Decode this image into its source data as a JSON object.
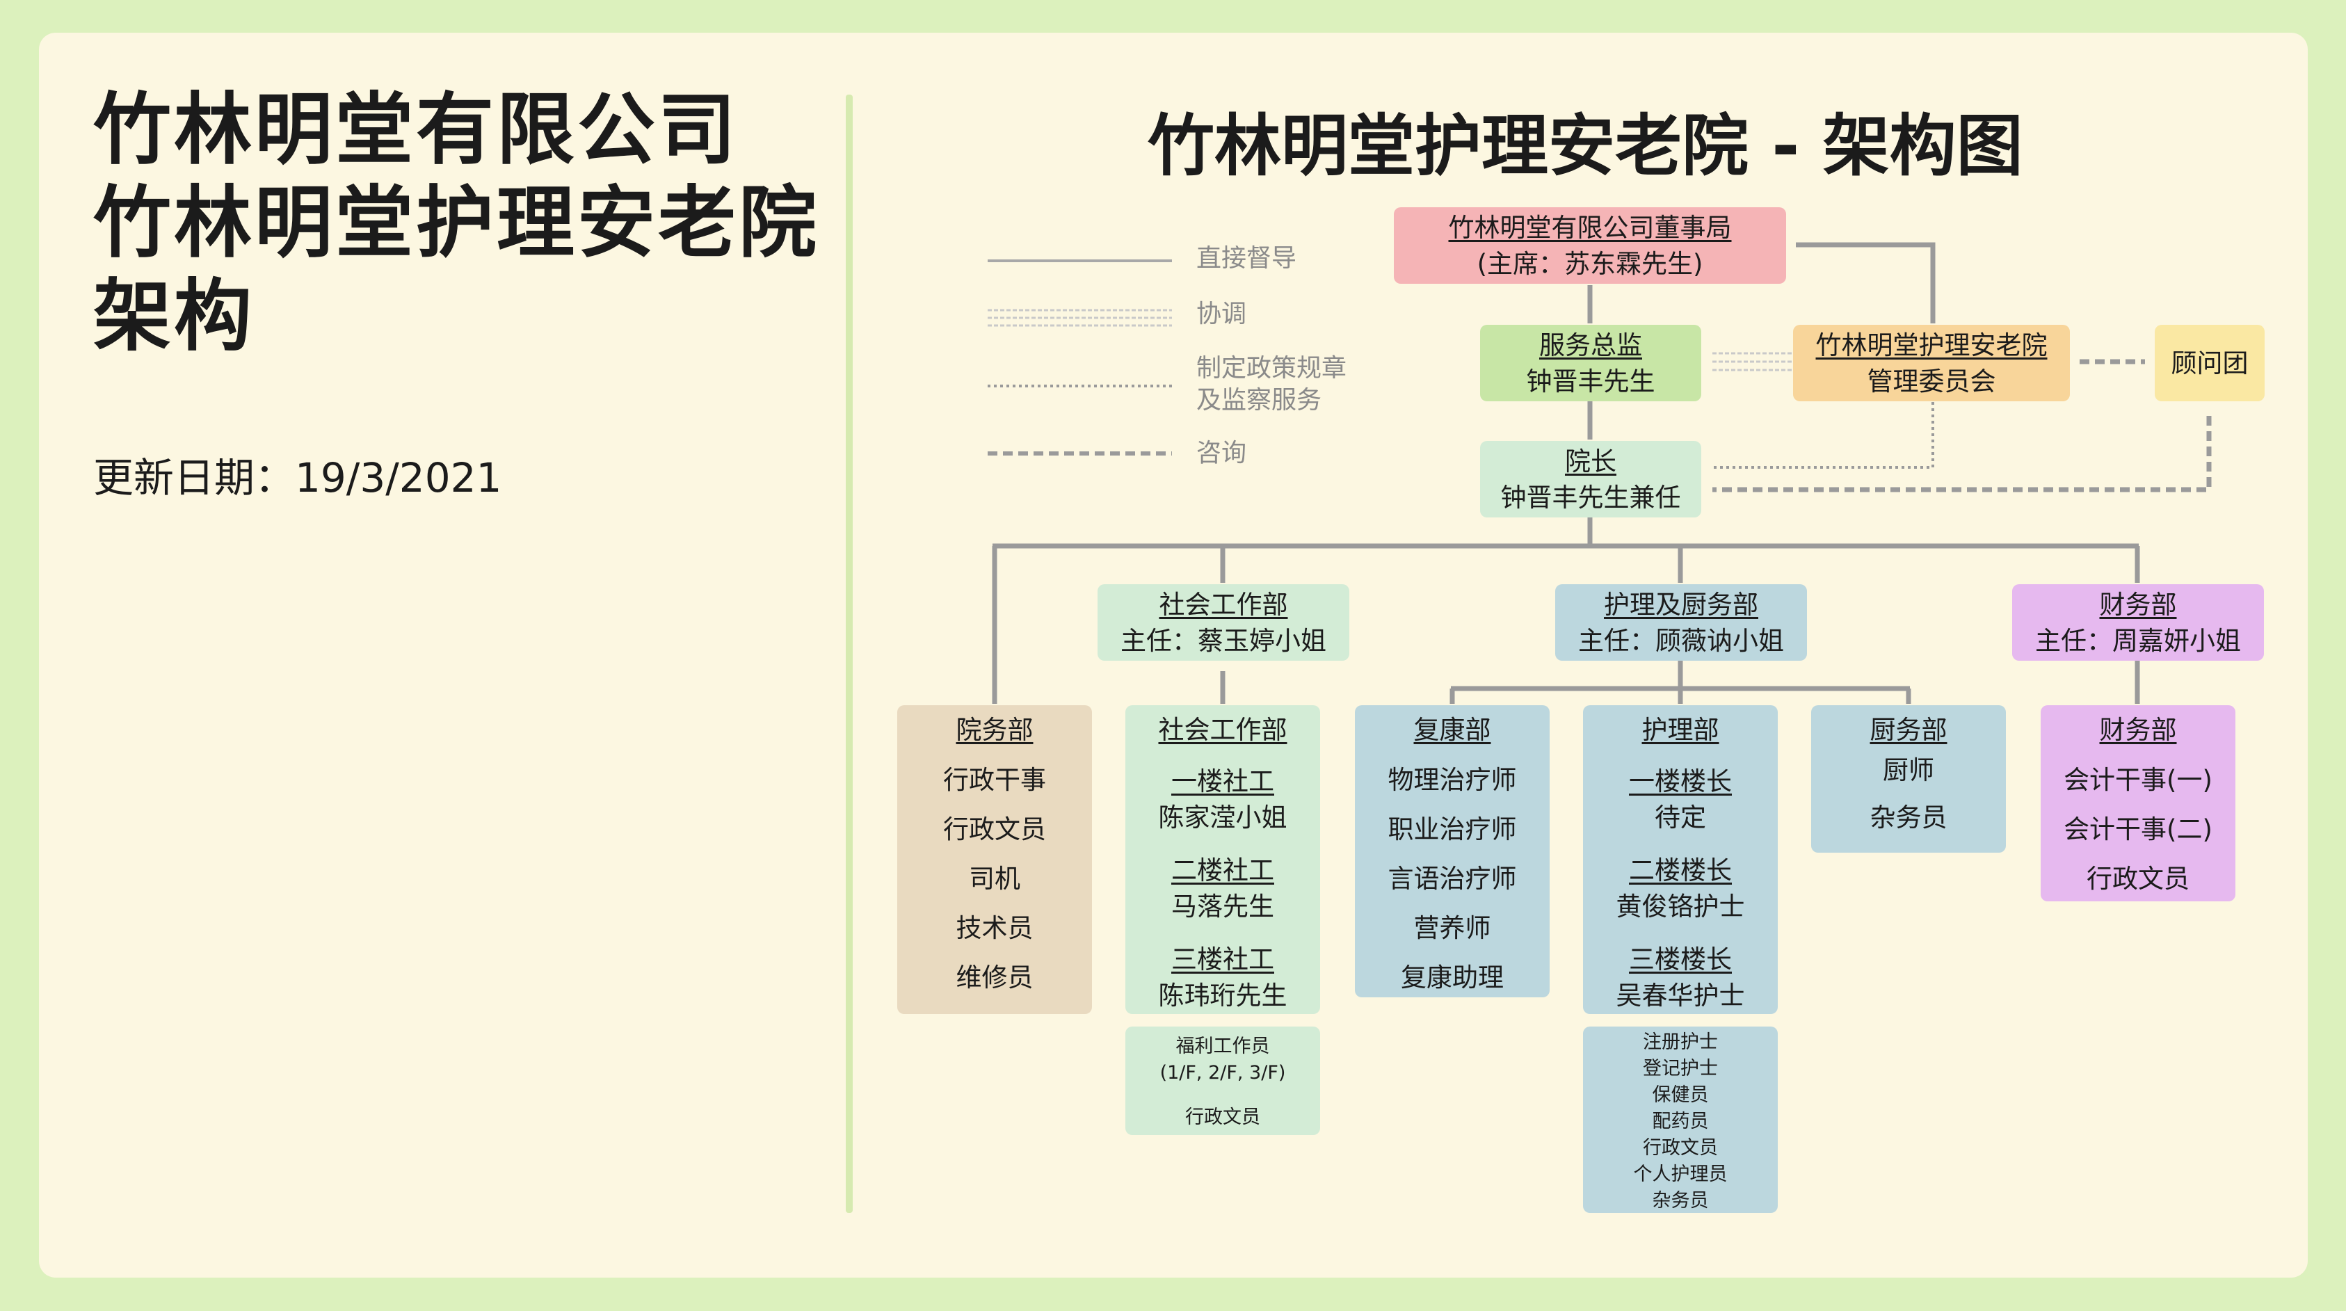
{
  "left_title": [
    "竹林明堂有限公司",
    "竹林明堂护理安老院",
    "架构"
  ],
  "update_date": "更新日期：19/3/2021",
  "chart_title": "竹林明堂护理安老院 - 架构图",
  "legend": [
    {
      "key": "direct",
      "label": [
        "直接督导"
      ]
    },
    {
      "key": "coord",
      "label": [
        "协调"
      ]
    },
    {
      "key": "policy",
      "label": [
        "制定政策规章",
        "及监察服务"
      ]
    },
    {
      "key": "consult",
      "label": [
        "咨询"
      ]
    }
  ],
  "colors": {
    "background": "#dcf1bd",
    "card": "#fcf7e1",
    "line": "#9a9a9a",
    "board": "#f5b4b6",
    "director": "#c8e6a6",
    "committee": "#f8d59a",
    "advisor": "#fae8a3",
    "social": "#d3ecd6",
    "nursing": "#bcd7de",
    "finance": "#e6b9ef",
    "admin": "#e9dac0"
  },
  "board": {
    "title": "竹林明堂有限公司董事局",
    "sub": "(主席：苏东霖先生)"
  },
  "service_director": {
    "title": "服务总监",
    "sub": "钟晋丰先生"
  },
  "committee": {
    "title": "竹林明堂护理安老院",
    "sub": "管理委员会"
  },
  "advisors": {
    "title": "顾问团"
  },
  "superintendent": {
    "title": "院长",
    "sub": "钟晋丰先生兼任"
  },
  "departments": {
    "social": {
      "title": "社会工作部",
      "sub": "主任：蔡玉婷小姐"
    },
    "nursing_kitchen": {
      "title": "护理及厨务部",
      "sub": "主任：顾薇讷小姐"
    },
    "finance": {
      "title": "财务部",
      "sub": "主任：周嘉妍小姐"
    }
  },
  "units": {
    "admin": {
      "title": "院务部",
      "items": [
        "行政干事",
        "行政文员",
        "司机",
        "技术员",
        "维修员"
      ]
    },
    "social": {
      "title": "社会工作部",
      "groups": [
        {
          "title": "一楼社工",
          "sub": "陈家滢小姐"
        },
        {
          "title": "二楼社工",
          "sub": "马落先生"
        },
        {
          "title": "三楼社工",
          "sub": "陈玮珩先生"
        }
      ]
    },
    "social_extra": [
      "福利工作员",
      "(1/F, 2/F, 3/F)",
      "行政文员"
    ],
    "rehab": {
      "title": "复康部",
      "items": [
        "物理治疗师",
        "职业治疗师",
        "言语治疗师",
        "营养师",
        "复康助理"
      ]
    },
    "nursing": {
      "title": "护理部",
      "groups": [
        {
          "title": "一楼楼长",
          "sub": "待定"
        },
        {
          "title": "二楼楼长",
          "sub": "黄俊铬护士"
        },
        {
          "title": "三楼楼长",
          "sub": "吴春华护士"
        }
      ]
    },
    "nursing_extra": [
      "注册护士",
      "登记护士",
      "保健员",
      "配药员",
      "行政文员",
      "个人护理员",
      "杂务员"
    ],
    "kitchen": {
      "title": "厨务部",
      "items": [
        "厨师",
        "杂务员"
      ]
    },
    "finance": {
      "title": "财务部",
      "items": [
        "会计干事(一)",
        "会计干事(二)",
        "行政文员"
      ]
    }
  }
}
